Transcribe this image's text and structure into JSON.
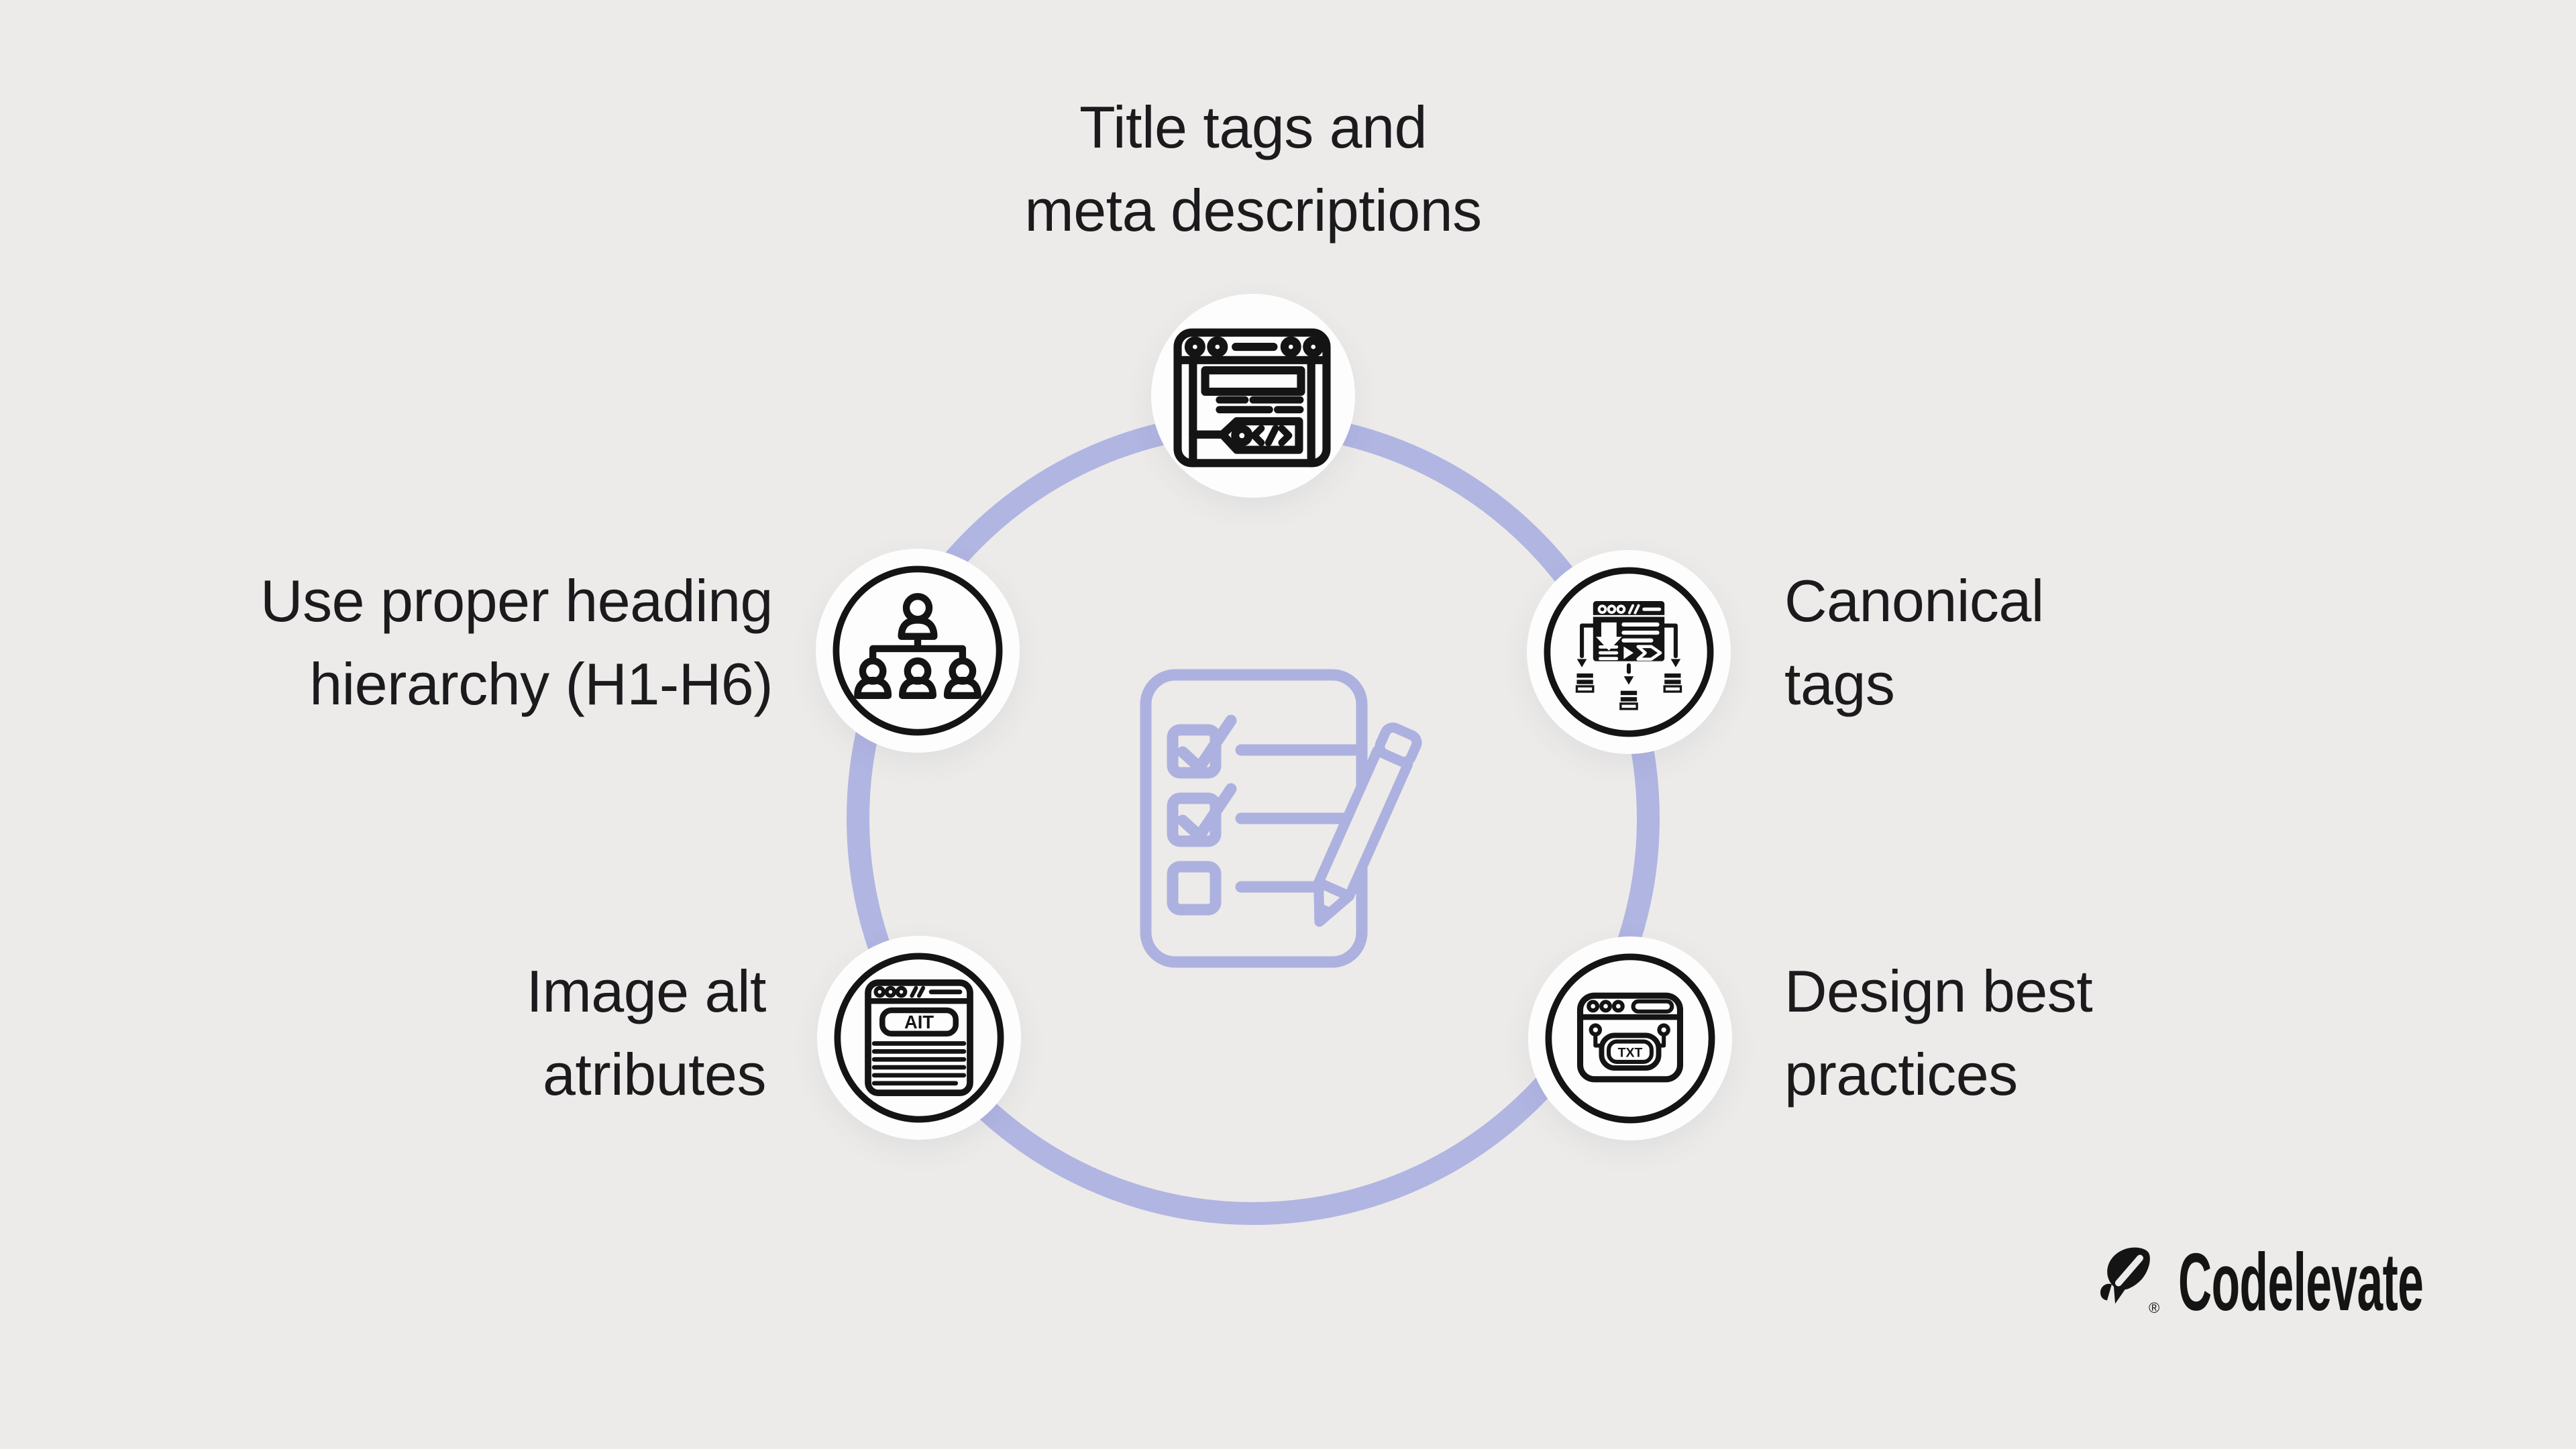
{
  "page": {
    "background": "#ECEBE9",
    "accent_ring": "#B1B5E2",
    "center_icon_color": "#ADB1DF",
    "icon_color": "#141414",
    "text_color": "#1B1B1D",
    "badge_color": "#FDFDFD"
  },
  "center": {
    "icon": "checklist-pencil-icon"
  },
  "nodes": [
    {
      "id": "title-meta",
      "position": "top",
      "icon": "browser-code-tag-icon",
      "lines": [
        "Title tags and",
        "meta descriptions"
      ]
    },
    {
      "id": "heading-hierarchy",
      "position": "upper-left",
      "icon": "heading-hierarchy-icon",
      "lines": [
        "Use proper heading",
        "hierarchy (H1-H6)"
      ]
    },
    {
      "id": "canonical-tags",
      "position": "upper-right",
      "icon": "canonical-tag-diagram-icon",
      "lines": [
        "Canonical",
        "tags"
      ]
    },
    {
      "id": "image-alt",
      "position": "lower-left",
      "icon": "browser-alt-attribute-icon",
      "lines": [
        "Image alt",
        "atributes"
      ]
    },
    {
      "id": "design-best",
      "position": "lower-right",
      "icon": "browser-txt-robot-icon",
      "lines": [
        "Design best",
        "practices"
      ]
    }
  ],
  "glyphs": {
    "alt_box": "AIT",
    "txt_box": "TXT"
  },
  "logo": {
    "brand": "Codelevate",
    "registered": "®",
    "icon": "rocket-icon"
  }
}
